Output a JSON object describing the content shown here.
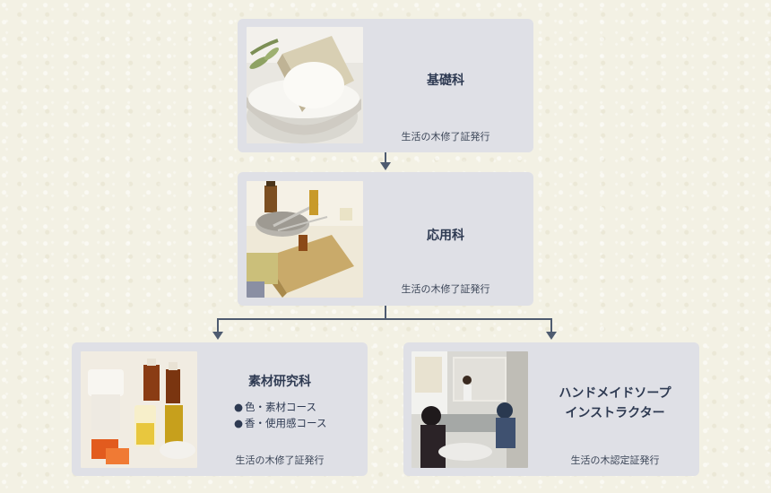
{
  "cards": {
    "basic": {
      "title": "基礎科",
      "certificate": "生活の木修了証発行"
    },
    "applied": {
      "title": "応用科",
      "certificate": "生活の木修了証発行"
    },
    "material": {
      "title": "素材研究科",
      "courses": [
        "色・素材コース",
        "香・使用感コース"
      ],
      "certificate": "生活の木修了証発行"
    },
    "instructor": {
      "title_lines": [
        "ハンドメイドソープ",
        "インストラクター"
      ],
      "certificate": "生活の木認定証発行"
    }
  },
  "colors": {
    "card": "#dfe0e6",
    "connector": "#4e5b70",
    "title": "#2e3a52"
  }
}
